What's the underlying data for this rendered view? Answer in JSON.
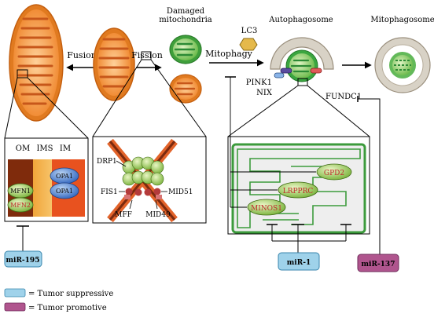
{
  "labels": {
    "fusion": "Fusion",
    "fission": "Fission",
    "damaged_line1": "Damaged",
    "damaged_line2": "mitochondria",
    "mitophagy": "Mitophagy",
    "lc3": "LC3",
    "autophagosome": "Autophagosome",
    "mitophagosome": "Mitophagosome",
    "pink1": "PINK1",
    "nix": "NIX",
    "fundc1": "FUNDC1"
  },
  "fusion_inset": {
    "om": "OM",
    "ims": "IMS",
    "im": "IM",
    "mfn1": "MFN1",
    "mfn2": "MFN2",
    "opa1_top": "OPA1",
    "opa1_bottom": "OPA1"
  },
  "fission_inset": {
    "drp1": "DRP1",
    "fis1": "FIS1",
    "mid51": "MID51",
    "mff": "MFF",
    "mid49": "MID49"
  },
  "mito_inset": {
    "gpd2": "GPD2",
    "lrpprc": "LRPPRC",
    "minos1": "MINOS1"
  },
  "mirnas": {
    "mir195": "miR-195",
    "mir1": "miR-1",
    "mir137": "miR-137"
  },
  "legend": {
    "suppressive": "= Tumor suppressive",
    "promotive": "= Tumor promotive"
  },
  "colors": {
    "suppressive": "#9fd2ea",
    "promotive": "#b0558e",
    "mito_orange": "#f08a2e",
    "mito_green": "#3cae4f",
    "protein_red_text": "#c0282a",
    "opa1_blue": "#3a6fc4"
  }
}
